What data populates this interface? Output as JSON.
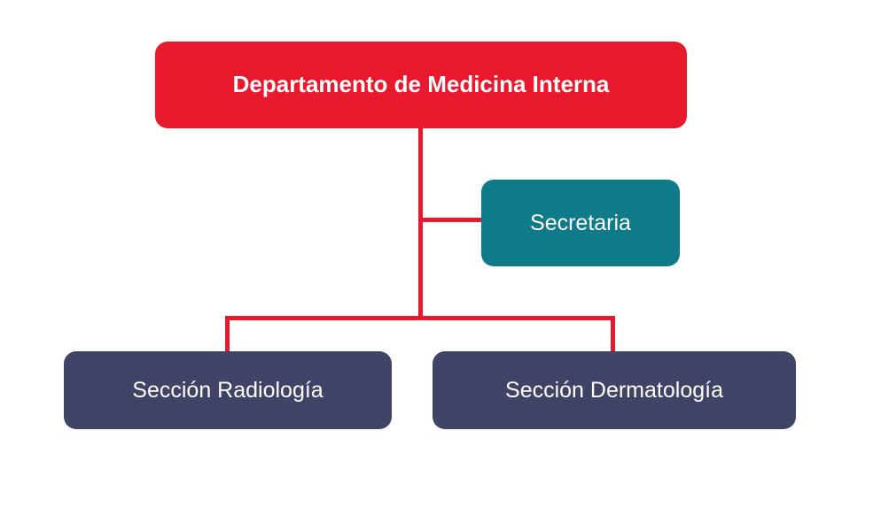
{
  "diagram": {
    "type": "org-chart",
    "background": "#ffffff",
    "connector_color": "#e8192c",
    "nodes": {
      "root": {
        "label": "Departamento de Medicina Interna",
        "color": "#e8192c",
        "text_color": "#ffffff"
      },
      "assistant": {
        "label": "Secretaria",
        "color": "#0f7b8a",
        "text_color": "#ffffff"
      },
      "child_left": {
        "label": "Sección Radiología",
        "color": "#3f4466",
        "text_color": "#ffffff"
      },
      "child_right": {
        "label": "Sección Dermatología",
        "color": "#3f4466",
        "text_color": "#ffffff"
      }
    }
  }
}
